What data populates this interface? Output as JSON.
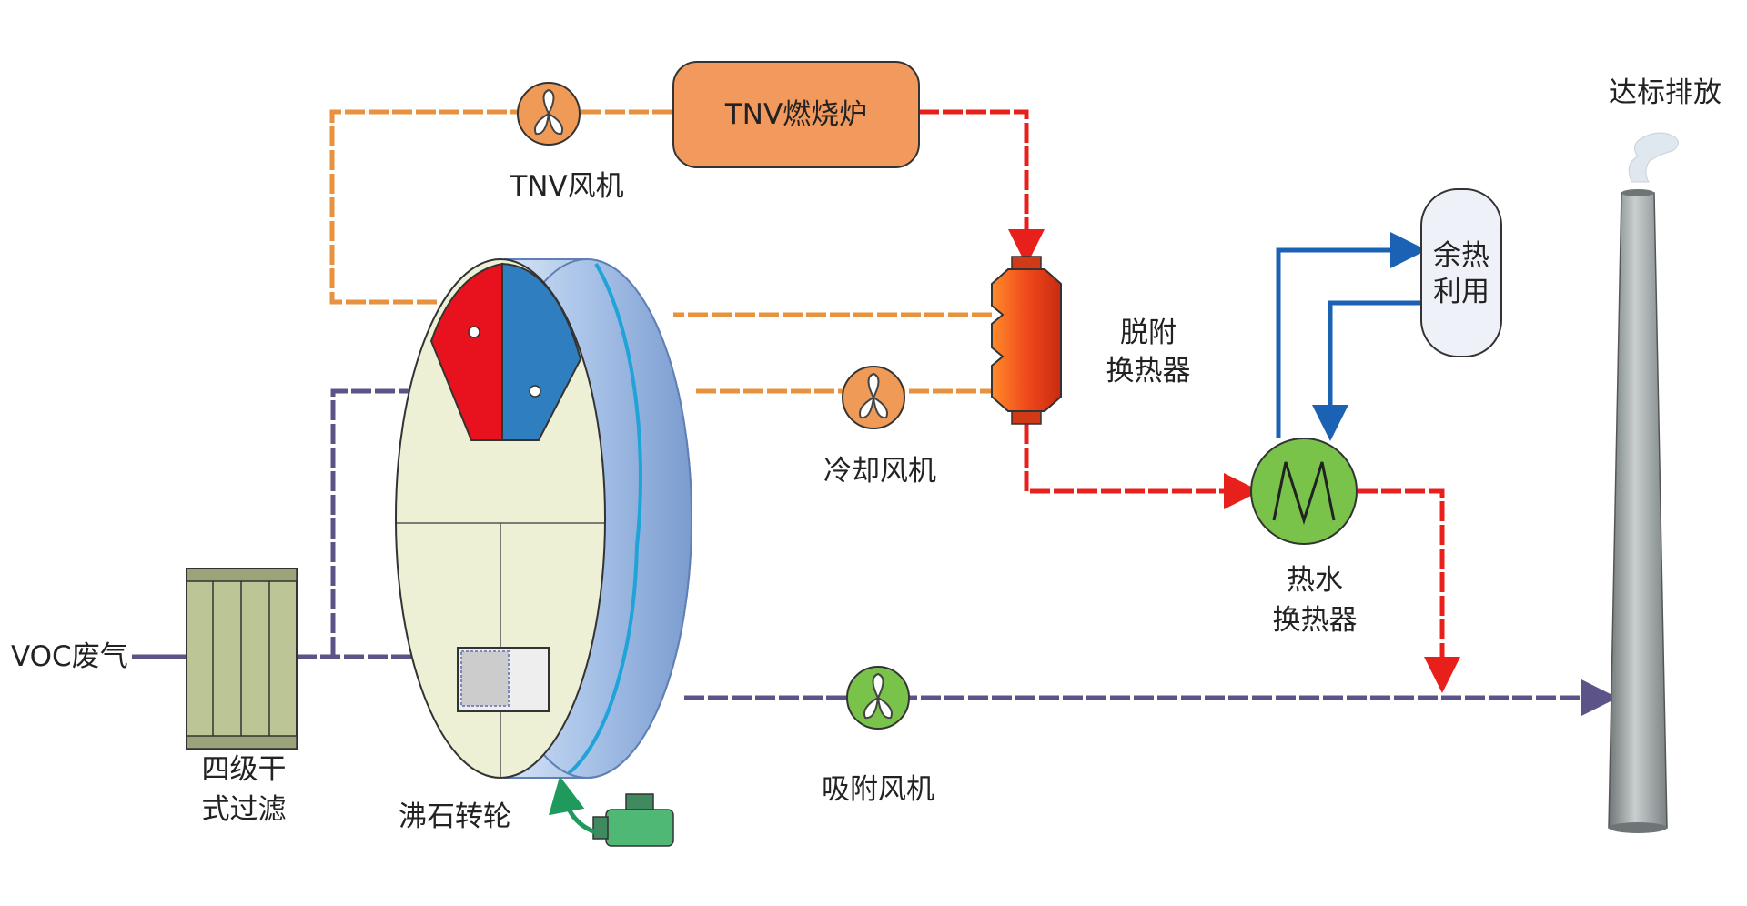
{
  "labels": {
    "tnv_furnace": "TNV燃烧炉",
    "tnv_fan": "TNV风机",
    "discharge": "达标排放",
    "waste_heat": [
      "余热",
      "利用"
    ],
    "desorb_hx": [
      "脱附",
      "换热器"
    ],
    "cooling_fan": "冷却风机",
    "hot_water_hx": [
      "热水",
      "换热器"
    ],
    "voc_inlet": "VOC废气",
    "filter": [
      "四级干",
      "式过滤"
    ],
    "zeolite_rotor": "沸石转轮",
    "adsorb_fan": "吸附风机"
  },
  "colors": {
    "orange_line": "#e8923f",
    "red_line": "#e8201c",
    "purple_line": "#5c5488",
    "blue_line": "#1b62b5",
    "furnace_fill": "#f29a5e",
    "fan_fill": "#ef9a57",
    "green_fan": "#79c34a",
    "hx_red": "#f04a1c",
    "rotor_face": "#edf0d4",
    "rotor_rim": "#a9c3e8",
    "filter_fill": "#bcc596",
    "stack": "#9aa2a3"
  }
}
